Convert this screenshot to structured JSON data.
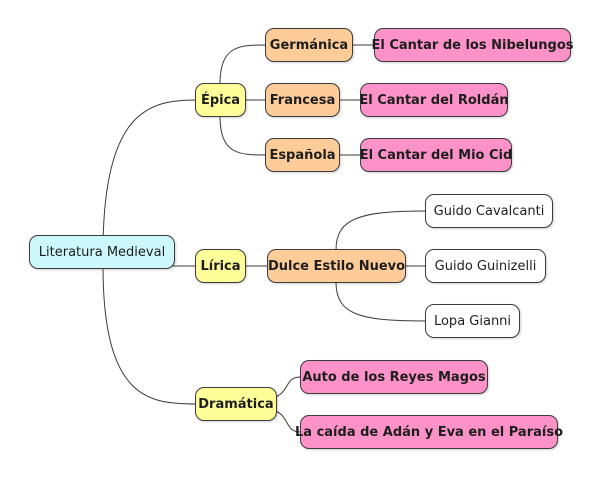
{
  "colors": {
    "root": "#ccf8fc",
    "level1": "#ffff99",
    "level2": "#fdcc98",
    "leaf_work": "#fc92c7",
    "leaf_author": "#ffffff",
    "line": "#3b3b3b"
  },
  "mindmap": {
    "root": {
      "label": "Literatura Medieval"
    },
    "branches": [
      {
        "label": "Épica",
        "children": [
          {
            "label": "Germánica",
            "work": "El Cantar de los Nibelungos"
          },
          {
            "label": "Francesa",
            "work": "El Cantar del Roldán"
          },
          {
            "label": "Española",
            "work": "El Cantar del Mio Cid"
          }
        ]
      },
      {
        "label": "Lírica",
        "school": {
          "label": "Dulce Estilo Nuevo",
          "authors": [
            "Guido Cavalcanti",
            "Guido Guinizelli",
            "Lopa Gianni"
          ]
        }
      },
      {
        "label": "Dramática",
        "works": [
          "Auto de los Reyes Magos",
          "La caída de Adán y Eva en el Paraíso"
        ]
      }
    ]
  }
}
